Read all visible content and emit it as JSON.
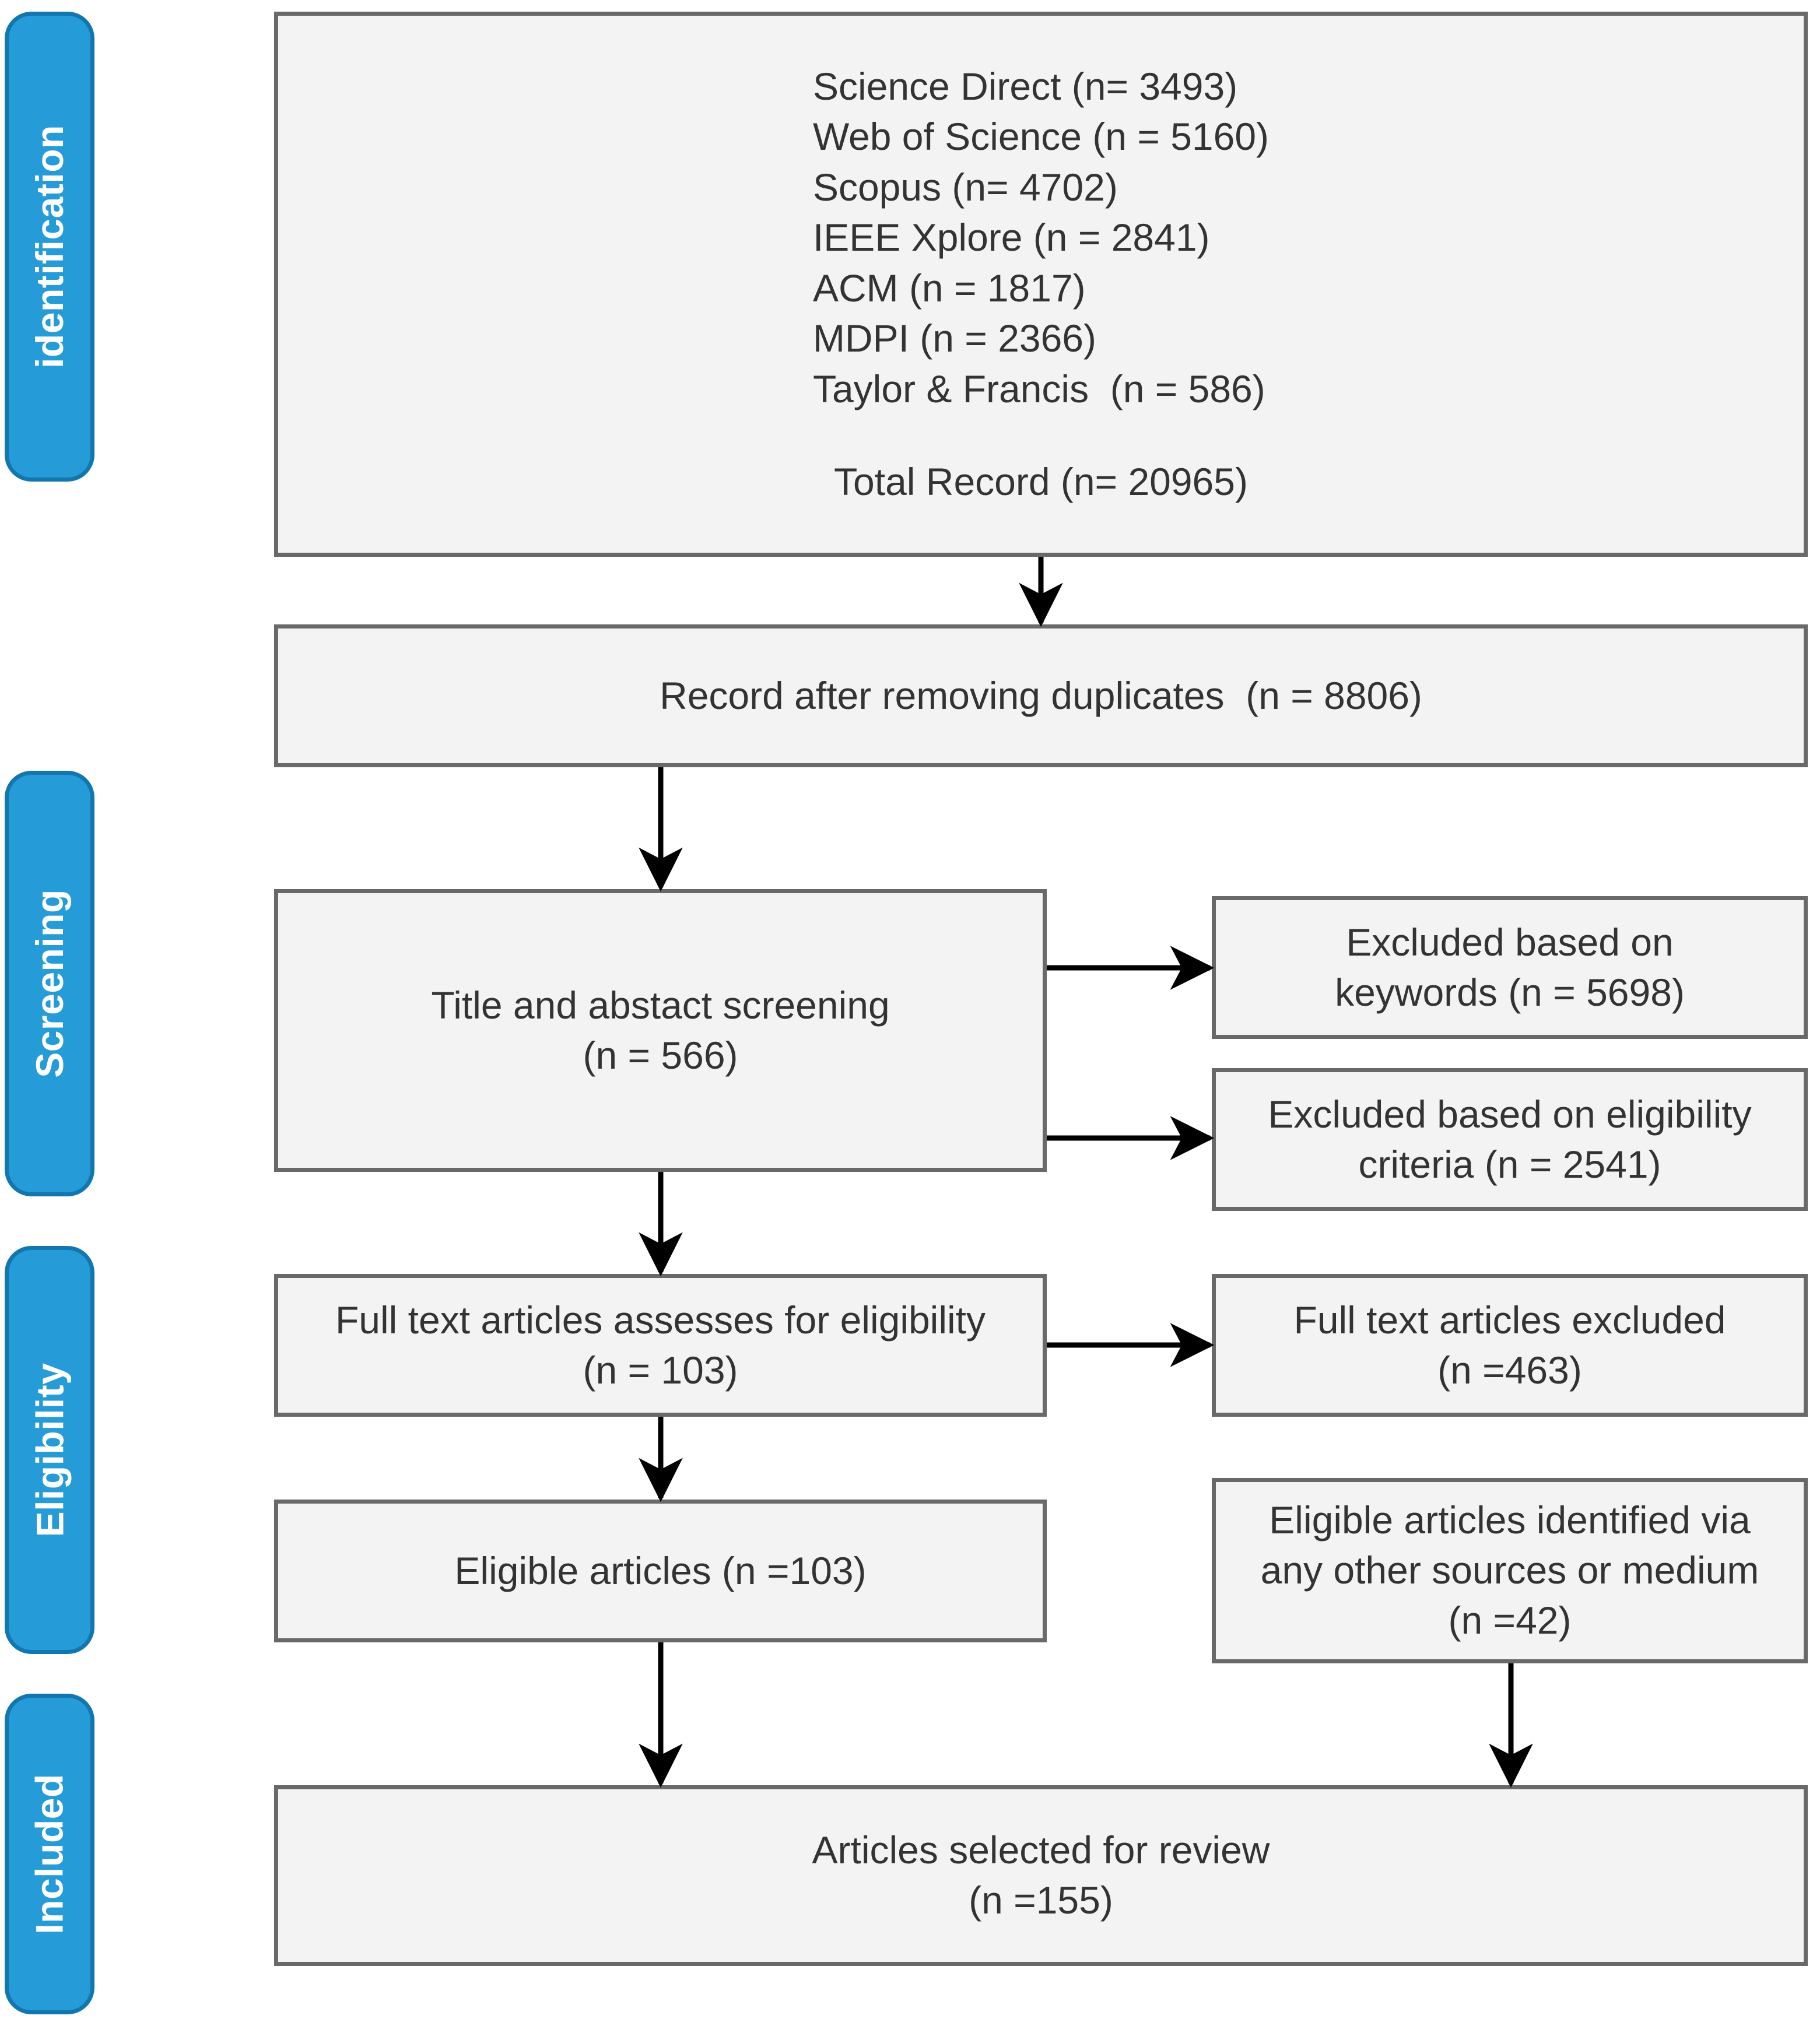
{
  "diagram": {
    "type": "prisma-flow-diagram",
    "colors": {
      "stage_band_fill": "#259BD8",
      "stage_band_border": "#1277AE",
      "stage_label_text": "#FFFFFF",
      "box_fill": "#F3F3F3",
      "box_border": "#696969",
      "box_text": "#333333",
      "arrow": "#000000",
      "background": "#FFFFFF"
    },
    "stages": [
      {
        "id": "identification",
        "label": "identification"
      },
      {
        "id": "screening",
        "label": "Screening"
      },
      {
        "id": "eligibility",
        "label": "Eligibility"
      },
      {
        "id": "included",
        "label": "Included"
      }
    ],
    "boxes": {
      "identification": {
        "sources": [
          "Science Direct (n= 3493)",
          "Web of Science (n = 5160)",
          "Scopus (n= 4702)",
          "IEEE Xplore (n = 2841)",
          "ACM (n = 1817)",
          "MDPI (n = 2366)",
          "Taylor & Francis  (n = 586)"
        ],
        "total": "Total Record (n= 20965)"
      },
      "duplicates": {
        "line1": "Record after removing duplicates  (n = 8806)"
      },
      "screening": {
        "line1": "Title and abstact screening",
        "line2": "(n = 566)"
      },
      "excluded_keywords": {
        "line1": "Excluded based on",
        "line2": "keywords (n = 5698)"
      },
      "excluded_eligibility": {
        "line1": "Excluded based on eligibility",
        "line2": "criteria (n = 2541)"
      },
      "fulltext_assessed": {
        "line1": "Full text articles assesses for eligibility",
        "line2": "(n = 103)"
      },
      "fulltext_excluded": {
        "line1": "Full text articles excluded",
        "line2": "(n =463)"
      },
      "eligible_articles": {
        "line1": "Eligible articles (n =103)"
      },
      "other_sources": {
        "line1": "Eligible articles identified via",
        "line2": "any other sources or medium",
        "line3": "(n =42)"
      },
      "selected": {
        "line1": "Articles selected for review",
        "line2": "(n =155)"
      }
    },
    "counts": {
      "science_direct": 3493,
      "web_of_science": 5160,
      "scopus": 4702,
      "ieee_xplore": 2841,
      "acm": 1817,
      "mdpi": 2366,
      "taylor_francis": 586,
      "total_record": 20965,
      "after_duplicates": 8806,
      "title_abstract_screening": 566,
      "excluded_keywords": 5698,
      "excluded_eligibility_criteria": 2541,
      "full_text_assessed": 103,
      "full_text_excluded": 463,
      "eligible_articles": 103,
      "other_sources": 42,
      "selected_for_review": 155
    }
  }
}
